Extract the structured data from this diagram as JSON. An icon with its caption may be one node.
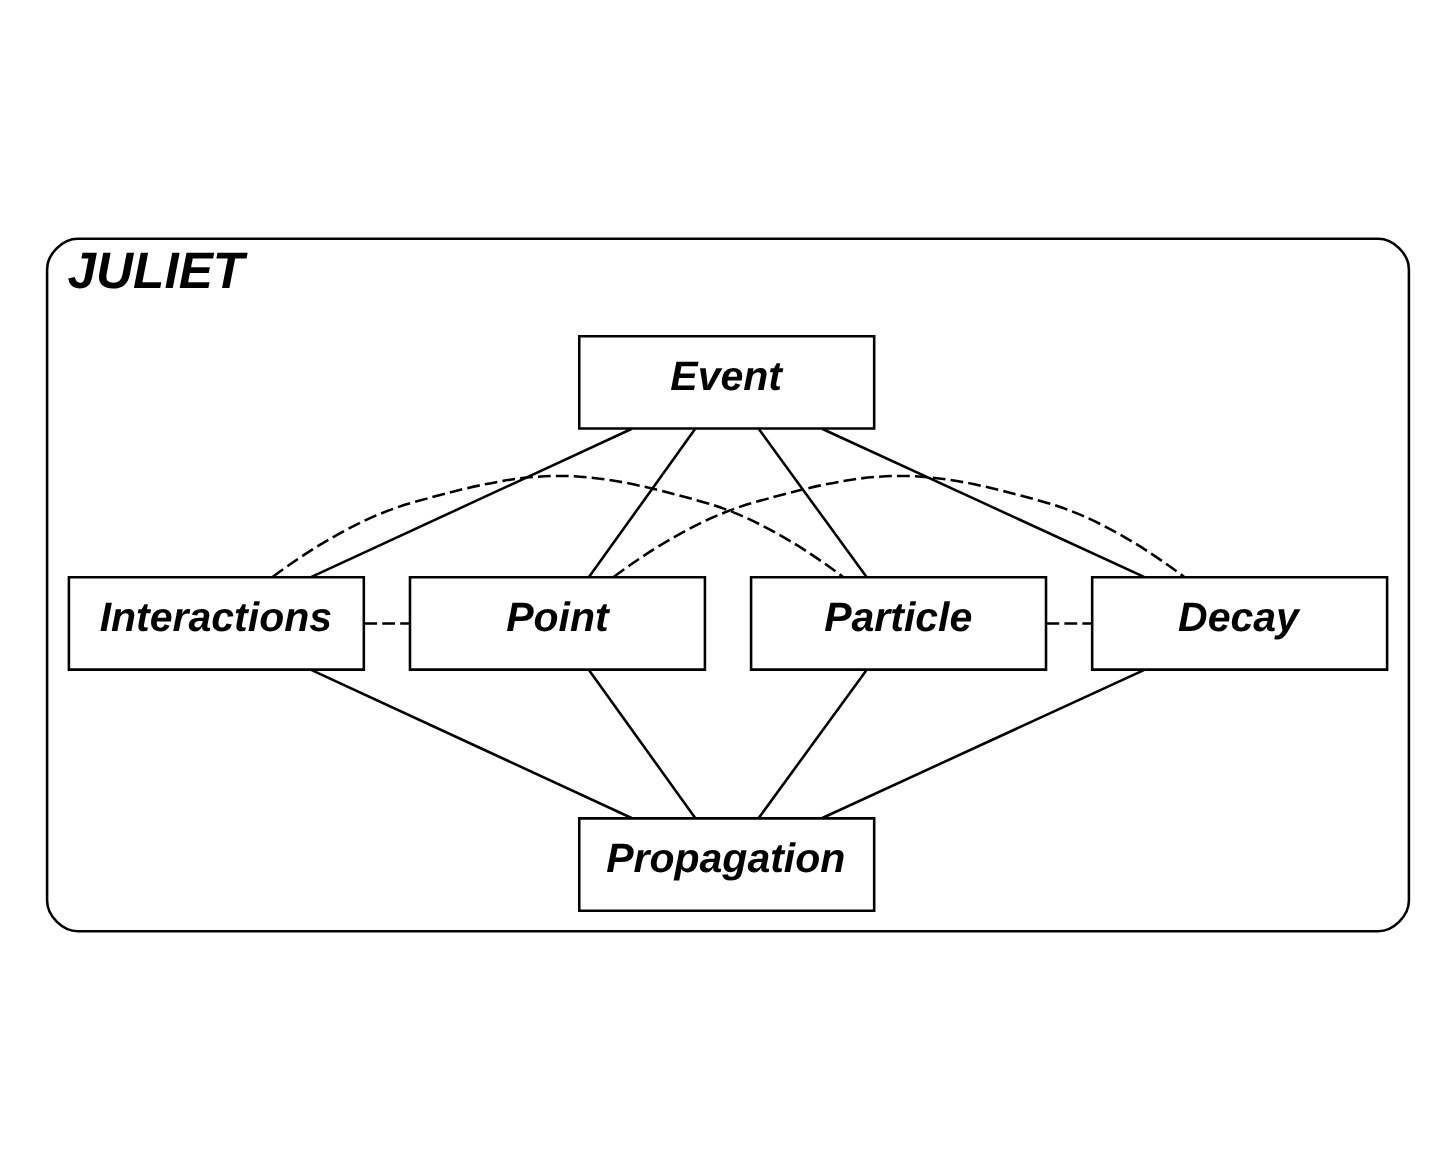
{
  "diagram": {
    "nodes": [
      {
        "text": [
          "JULIET"
        ]
      },
      {
        "text": [
          "Event"
        ],
        "in": 0
      },
      {
        "text": [
          "Interactions"
        ],
        "in": 0
      },
      {
        "text": [
          "Particle"
        ],
        "in": 0
      },
      {
        "text": [
          "Point"
        ],
        "in": 0
      },
      {
        "text": [
          "Decay"
        ],
        "in": 0
      },
      {
        "text": [
          "Propagation"
        ],
        "in": 0
      }
    ],
    "edges": [
      {
        "from": 1,
        "to": 2,
        "arrow": "none"
      },
      {
        "from": 1,
        "to": 3,
        "arrow": "none"
      },
      {
        "from": 1,
        "to": 4,
        "arrow": "none"
      },
      {
        "from": 1,
        "to": 5,
        "arrow": "none"
      },
      {
        "from": 2,
        "to": 3,
        "arrow": "none",
        "style": "dashed"
      },
      {
        "from": 2,
        "to": 4,
        "arrow": "none",
        "style": "dashed"
      },
      {
        "from": 3,
        "to": 5,
        "arrow": "none",
        "style": "dashed"
      },
      {
        "from": 4,
        "to": 5,
        "arrow": "none",
        "style": "dashed"
      },
      {
        "from": 2,
        "to": 6,
        "arrow": "none"
      },
      {
        "from": 3,
        "to": 6,
        "arrow": "none"
      },
      {
        "from": 4,
        "to": 6,
        "arrow": "none"
      },
      {
        "from": 5,
        "to": 6,
        "arrow": "none"
      }
    ]
  }
}
